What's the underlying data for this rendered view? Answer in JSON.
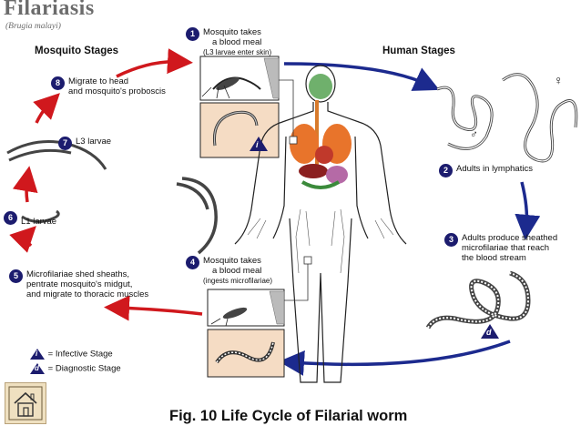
{
  "title": "Filariasis",
  "subtitle": "(Brugia malayi)",
  "sections": {
    "mosquito": "Mosquito Stages",
    "human": "Human Stages"
  },
  "steps": [
    {
      "num": "1",
      "lines": [
        "Mosquito takes",
        "a blood meal"
      ],
      "note": "(L3 larvae enter skin)"
    },
    {
      "num": "2",
      "lines": [
        "Adults in lymphatics"
      ],
      "note": ""
    },
    {
      "num": "3",
      "lines": [
        "Adults produce sheathed",
        "microfilariae that reach",
        "the blood stream"
      ],
      "note": ""
    },
    {
      "num": "4",
      "lines": [
        "Mosquito takes",
        "a blood meal"
      ],
      "note": "(ingests microfilariae)"
    },
    {
      "num": "5",
      "lines": [
        "Microfilariae shed sheaths,",
        "pentrate mosquito's midgut,",
        "and migrate to thoracic muscles"
      ],
      "note": ""
    },
    {
      "num": "6",
      "lines": [
        "L1 larvae"
      ],
      "note": ""
    },
    {
      "num": "7",
      "lines": [
        "L3 larvae"
      ],
      "note": ""
    },
    {
      "num": "8",
      "lines": [
        "Migrate to head",
        "and mosquito's proboscis"
      ],
      "note": ""
    }
  ],
  "badges": {
    "infective": "i",
    "diagnostic": "d"
  },
  "legend": {
    "infective": "= Infective Stage",
    "diagnostic": "= Diagnostic Stage"
  },
  "sex_symbols": {
    "female": "♀",
    "male": "♂"
  },
  "caption": "Fig. 10 Life Cycle of Filarial worm",
  "colors": {
    "mosquito_arrow": "#d0181d",
    "human_arrow": "#1c2a8e",
    "step_badge": "#1c1c6e",
    "inset_bg": "#f5dcc4",
    "home_button": "#efe0c0"
  }
}
